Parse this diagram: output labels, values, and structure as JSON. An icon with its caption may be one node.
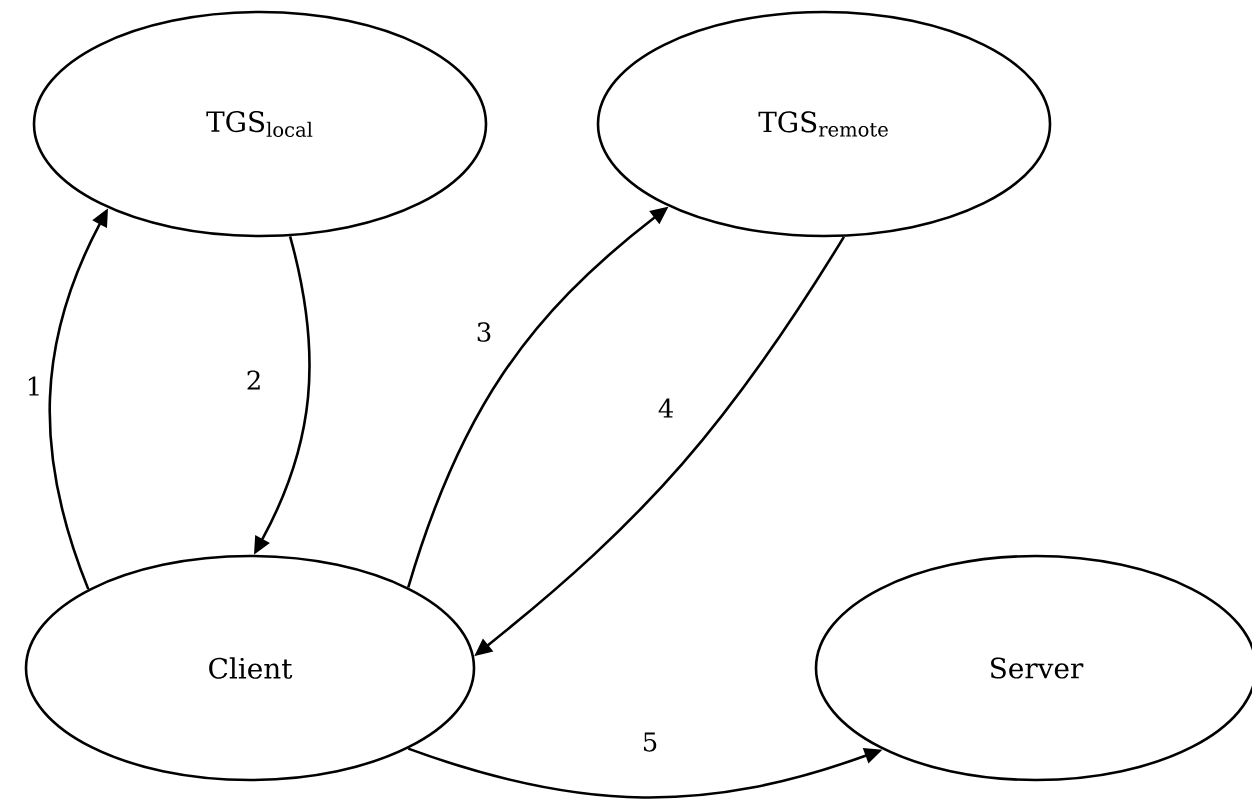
{
  "diagram": {
    "nodes": [
      {
        "text": [
          "TGS$_{local}$"
        ]
      },
      {
        "text": [
          "TGS$_{remote}$"
        ]
      },
      {
        "text": [
          "Client"
        ]
      },
      {
        "text": [
          "Server"
        ]
      }
    ],
    "edges": [
      {
        "from": 2,
        "to": 0,
        "arrow": "to",
        "label": "1"
      },
      {
        "from": 0,
        "to": 2,
        "arrow": "to",
        "label": "2"
      },
      {
        "from": 2,
        "to": 1,
        "arrow": "to",
        "label": "3"
      },
      {
        "from": 1,
        "to": 2,
        "arrow": "to",
        "label": "4"
      },
      {
        "from": 2,
        "to": 3,
        "arrow": "to",
        "label": "5"
      }
    ]
  }
}
